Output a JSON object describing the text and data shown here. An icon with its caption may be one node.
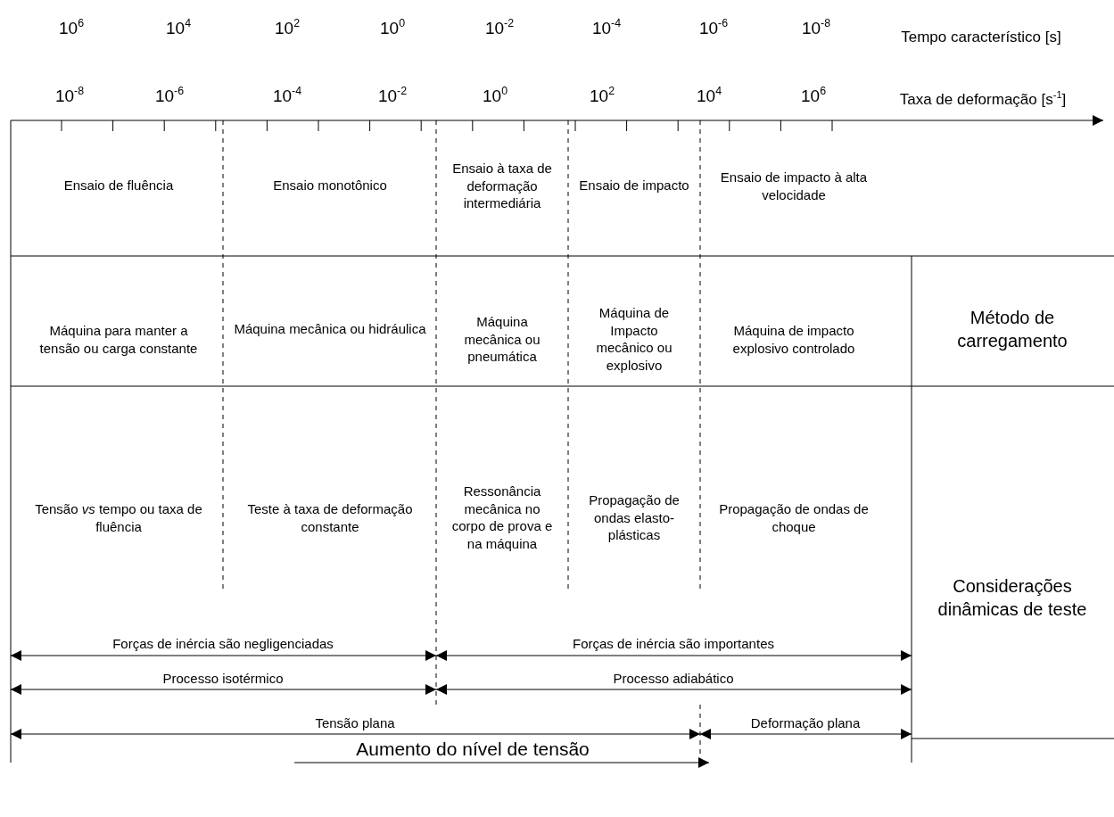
{
  "diagram": {
    "labels": [
      "10$^{6}$",
      "10$^{4}$",
      "10$^{2}$",
      "10$^{0}$",
      "10$^{-2}$",
      "10$^{-4}$",
      "10$^{-6}$",
      "10$^{-8}$",
      "Tempo característico [s]",
      "10$^{-8}$",
      "10$^{-6}$",
      "10$^{-4}$",
      "10$^{-2}$",
      "10$^{0}$",
      "10$^{2}$",
      "10$^{4}$",
      "10$^{6}$",
      "Taxa de deformação [s$^{-1}$]",
      "Ensaio de fluência",
      "Ensaio monotônico",
      "Ensaio à taxa de deformação intermediária",
      "Ensaio de impacto",
      "Ensaio de impacto à alta velocidade",
      "Máquina para manter a tensão ou carga constante",
      "Máquina mecânica ou hidráulica",
      "Máquina mecânica ou pneumática",
      "Máquina de Impacto mecânico ou explosivo",
      "Máquina de impacto explosivo controlado",
      "Método de carregamento",
      "Tensão *vs* tempo ou taxa de fluência",
      "Teste à taxa de deformação constante",
      "Ressonância mecânica no corpo de prova e na máquina",
      "Propagação de ondas elasto-plásticas",
      "Propagação de ondas de choque",
      "Considerações dinâmicas de teste",
      "Forças de inércia são negligenciadas",
      "Forças de inércia são importantes",
      "Processo isotérmico",
      "Processo adiabático",
      "Tensão plana",
      "Deformação plana",
      "Aumento do nível de tensão"
    ]
  }
}
